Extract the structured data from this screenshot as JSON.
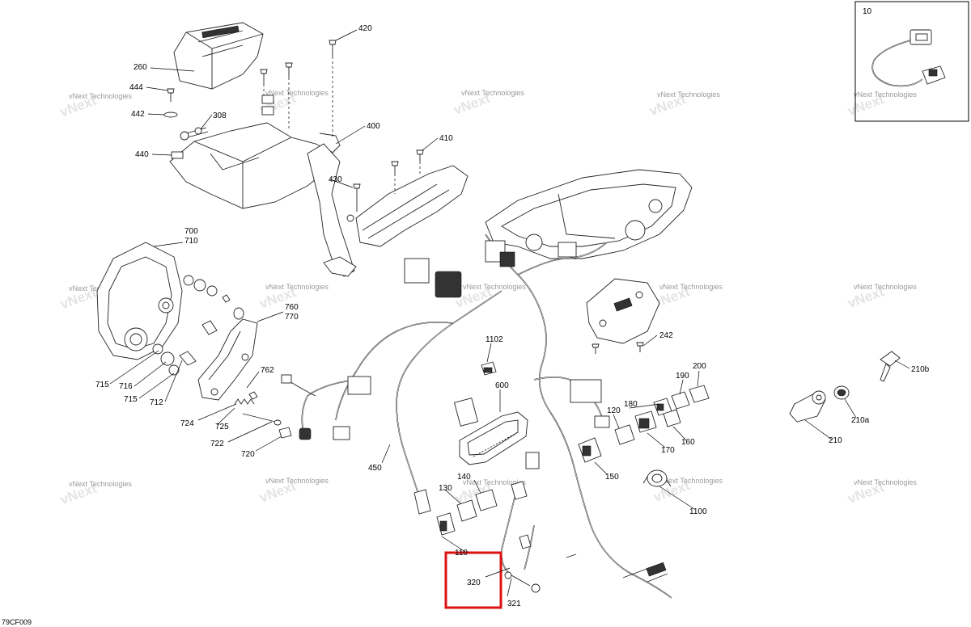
{
  "diagram": {
    "code": "79CF009",
    "watermark": "vNext Technologies",
    "inset_label": "10",
    "highlight_label": "320",
    "highlight_color": "#dd1111",
    "callouts": [
      {
        "id": "c420",
        "text": "420"
      },
      {
        "id": "c260",
        "text": "260"
      },
      {
        "id": "c444",
        "text": "444"
      },
      {
        "id": "c442",
        "text": "442"
      },
      {
        "id": "c308",
        "text": "308"
      },
      {
        "id": "c400",
        "text": "400"
      },
      {
        "id": "c440",
        "text": "440"
      },
      {
        "id": "c410",
        "text": "410"
      },
      {
        "id": "c430",
        "text": "430"
      },
      {
        "id": "c700",
        "text": "700"
      },
      {
        "id": "c710",
        "text": "710"
      },
      {
        "id": "c760",
        "text": "760"
      },
      {
        "id": "c770",
        "text": "770"
      },
      {
        "id": "c762",
        "text": "762"
      },
      {
        "id": "c715",
        "text": "715"
      },
      {
        "id": "c716",
        "text": "716"
      },
      {
        "id": "c715b",
        "text": "715"
      },
      {
        "id": "c712",
        "text": "712"
      },
      {
        "id": "c724",
        "text": "724"
      },
      {
        "id": "c725",
        "text": "725"
      },
      {
        "id": "c722",
        "text": "722"
      },
      {
        "id": "c720",
        "text": "720"
      },
      {
        "id": "c450",
        "text": "450"
      },
      {
        "id": "c1102",
        "text": "1102"
      },
      {
        "id": "c600",
        "text": "600"
      },
      {
        "id": "c242",
        "text": "242"
      },
      {
        "id": "c200",
        "text": "200"
      },
      {
        "id": "c190",
        "text": "190"
      },
      {
        "id": "c180",
        "text": "180"
      },
      {
        "id": "c120",
        "text": "120"
      },
      {
        "id": "c170",
        "text": "170"
      },
      {
        "id": "c160",
        "text": "160"
      },
      {
        "id": "c150",
        "text": "150"
      },
      {
        "id": "c140",
        "text": "140"
      },
      {
        "id": "c130",
        "text": "130"
      },
      {
        "id": "c110",
        "text": "110"
      },
      {
        "id": "c1100",
        "text": "1100"
      },
      {
        "id": "c321",
        "text": "321"
      },
      {
        "id": "c210b",
        "text": "210b"
      },
      {
        "id": "c210a",
        "text": "210a"
      },
      {
        "id": "c210",
        "text": "210"
      }
    ]
  }
}
